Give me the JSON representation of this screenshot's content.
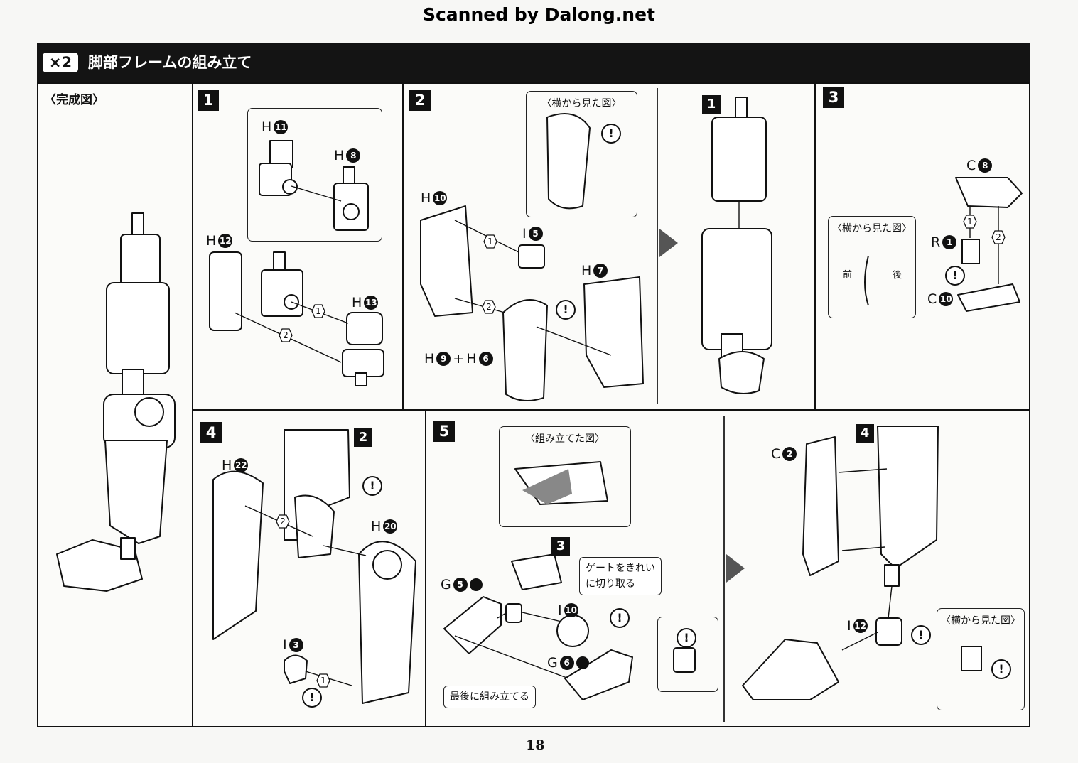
{
  "scan_credit": "Scanned by Dalong.net",
  "header": {
    "multiplier": "×2",
    "title": "脚部フレームの組み立て"
  },
  "completed_view": {
    "label": "〈完成図〉"
  },
  "steps": [
    {
      "id": "step1",
      "number": "1",
      "parts": [
        {
          "letter": "H",
          "num": "11"
        },
        {
          "letter": "H",
          "num": "8"
        },
        {
          "letter": "H",
          "num": "12"
        },
        {
          "letter": "H",
          "num": "13"
        }
      ]
    },
    {
      "id": "step2",
      "number": "2",
      "side_view_label": "〈横から見た図〉",
      "parts": [
        {
          "letter": "H",
          "num": "10"
        },
        {
          "letter": "I",
          "num": "5"
        },
        {
          "letter": "H",
          "num": "7"
        },
        {
          "letter": "H",
          "num": "9"
        },
        {
          "letter": "H",
          "num": "6"
        }
      ],
      "plus": "+"
    },
    {
      "id": "step2b",
      "number": "1"
    },
    {
      "id": "step3",
      "number": "3",
      "side_view_label": "〈横から見た図〉",
      "front_label": "前",
      "back_label": "後",
      "parts": [
        {
          "letter": "C",
          "num": "8"
        },
        {
          "letter": "R",
          "num": "1"
        },
        {
          "letter": "C",
          "num": "10"
        }
      ]
    },
    {
      "id": "step4",
      "number": "4",
      "ref_number": "2",
      "parts": [
        {
          "letter": "H",
          "num": "22"
        },
        {
          "letter": "H",
          "num": "20"
        },
        {
          "letter": "I",
          "num": "3"
        }
      ]
    },
    {
      "id": "step5",
      "number": "5",
      "assembled_label": "〈組み立てた図〉",
      "ref_number": "3",
      "gate_note_line1": "ゲートをきれい",
      "gate_note_line2": "に切り取る",
      "last_note": "最後に組み立てる",
      "parts": [
        {
          "letter": "G",
          "num": "5"
        },
        {
          "letter": "I",
          "num": "10"
        },
        {
          "letter": "G",
          "num": "6"
        }
      ]
    },
    {
      "id": "step5b",
      "ref_number": "4",
      "side_view_label": "〈横から見た図〉",
      "parts": [
        {
          "letter": "C",
          "num": "2"
        },
        {
          "letter": "I",
          "num": "12"
        }
      ]
    }
  ],
  "order_marks": [
    "1",
    "2"
  ],
  "warn_symbol": "!",
  "page_number": "18"
}
